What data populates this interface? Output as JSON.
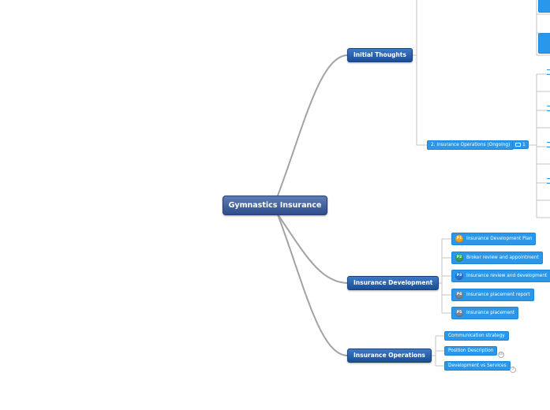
{
  "central": {
    "label": "Gymnastics Insurance"
  },
  "branches": {
    "initial_thoughts": {
      "label": "Initial Thoughts",
      "child_insurance_operations_ongoing": "2. Insurance Operations (Ongoing)",
      "note_count": "1"
    },
    "insurance_development": {
      "label": "Insurance Development",
      "children": [
        {
          "priority": "P1",
          "label": "Insurance Development Plan",
          "color": "#f3a21b"
        },
        {
          "priority": "P2",
          "label": "Broker review and appointment",
          "color": "#2ea44f"
        },
        {
          "priority": "P3",
          "label": "Insurance review and development",
          "color": "#2b6fd6"
        },
        {
          "priority": "P4",
          "label": "Insurance placement report",
          "color": "#7a8694"
        },
        {
          "priority": "P5",
          "label": "Insurance placement",
          "color": "#7a8694"
        }
      ]
    },
    "insurance_operations": {
      "label": "Insurance Operations",
      "children": [
        {
          "label": "Communication strategy",
          "collapsed_count": ""
        },
        {
          "label": "Position Description",
          "collapsed_count": "10"
        },
        {
          "label": "Development vs Services",
          "collapsed_count": "7"
        }
      ]
    }
  },
  "colors": {
    "central_fill": "#3f5f9f",
    "main_fill": "#2a62ad",
    "sub_fill": "#2b97ea",
    "connector": "#a3a3a3"
  }
}
